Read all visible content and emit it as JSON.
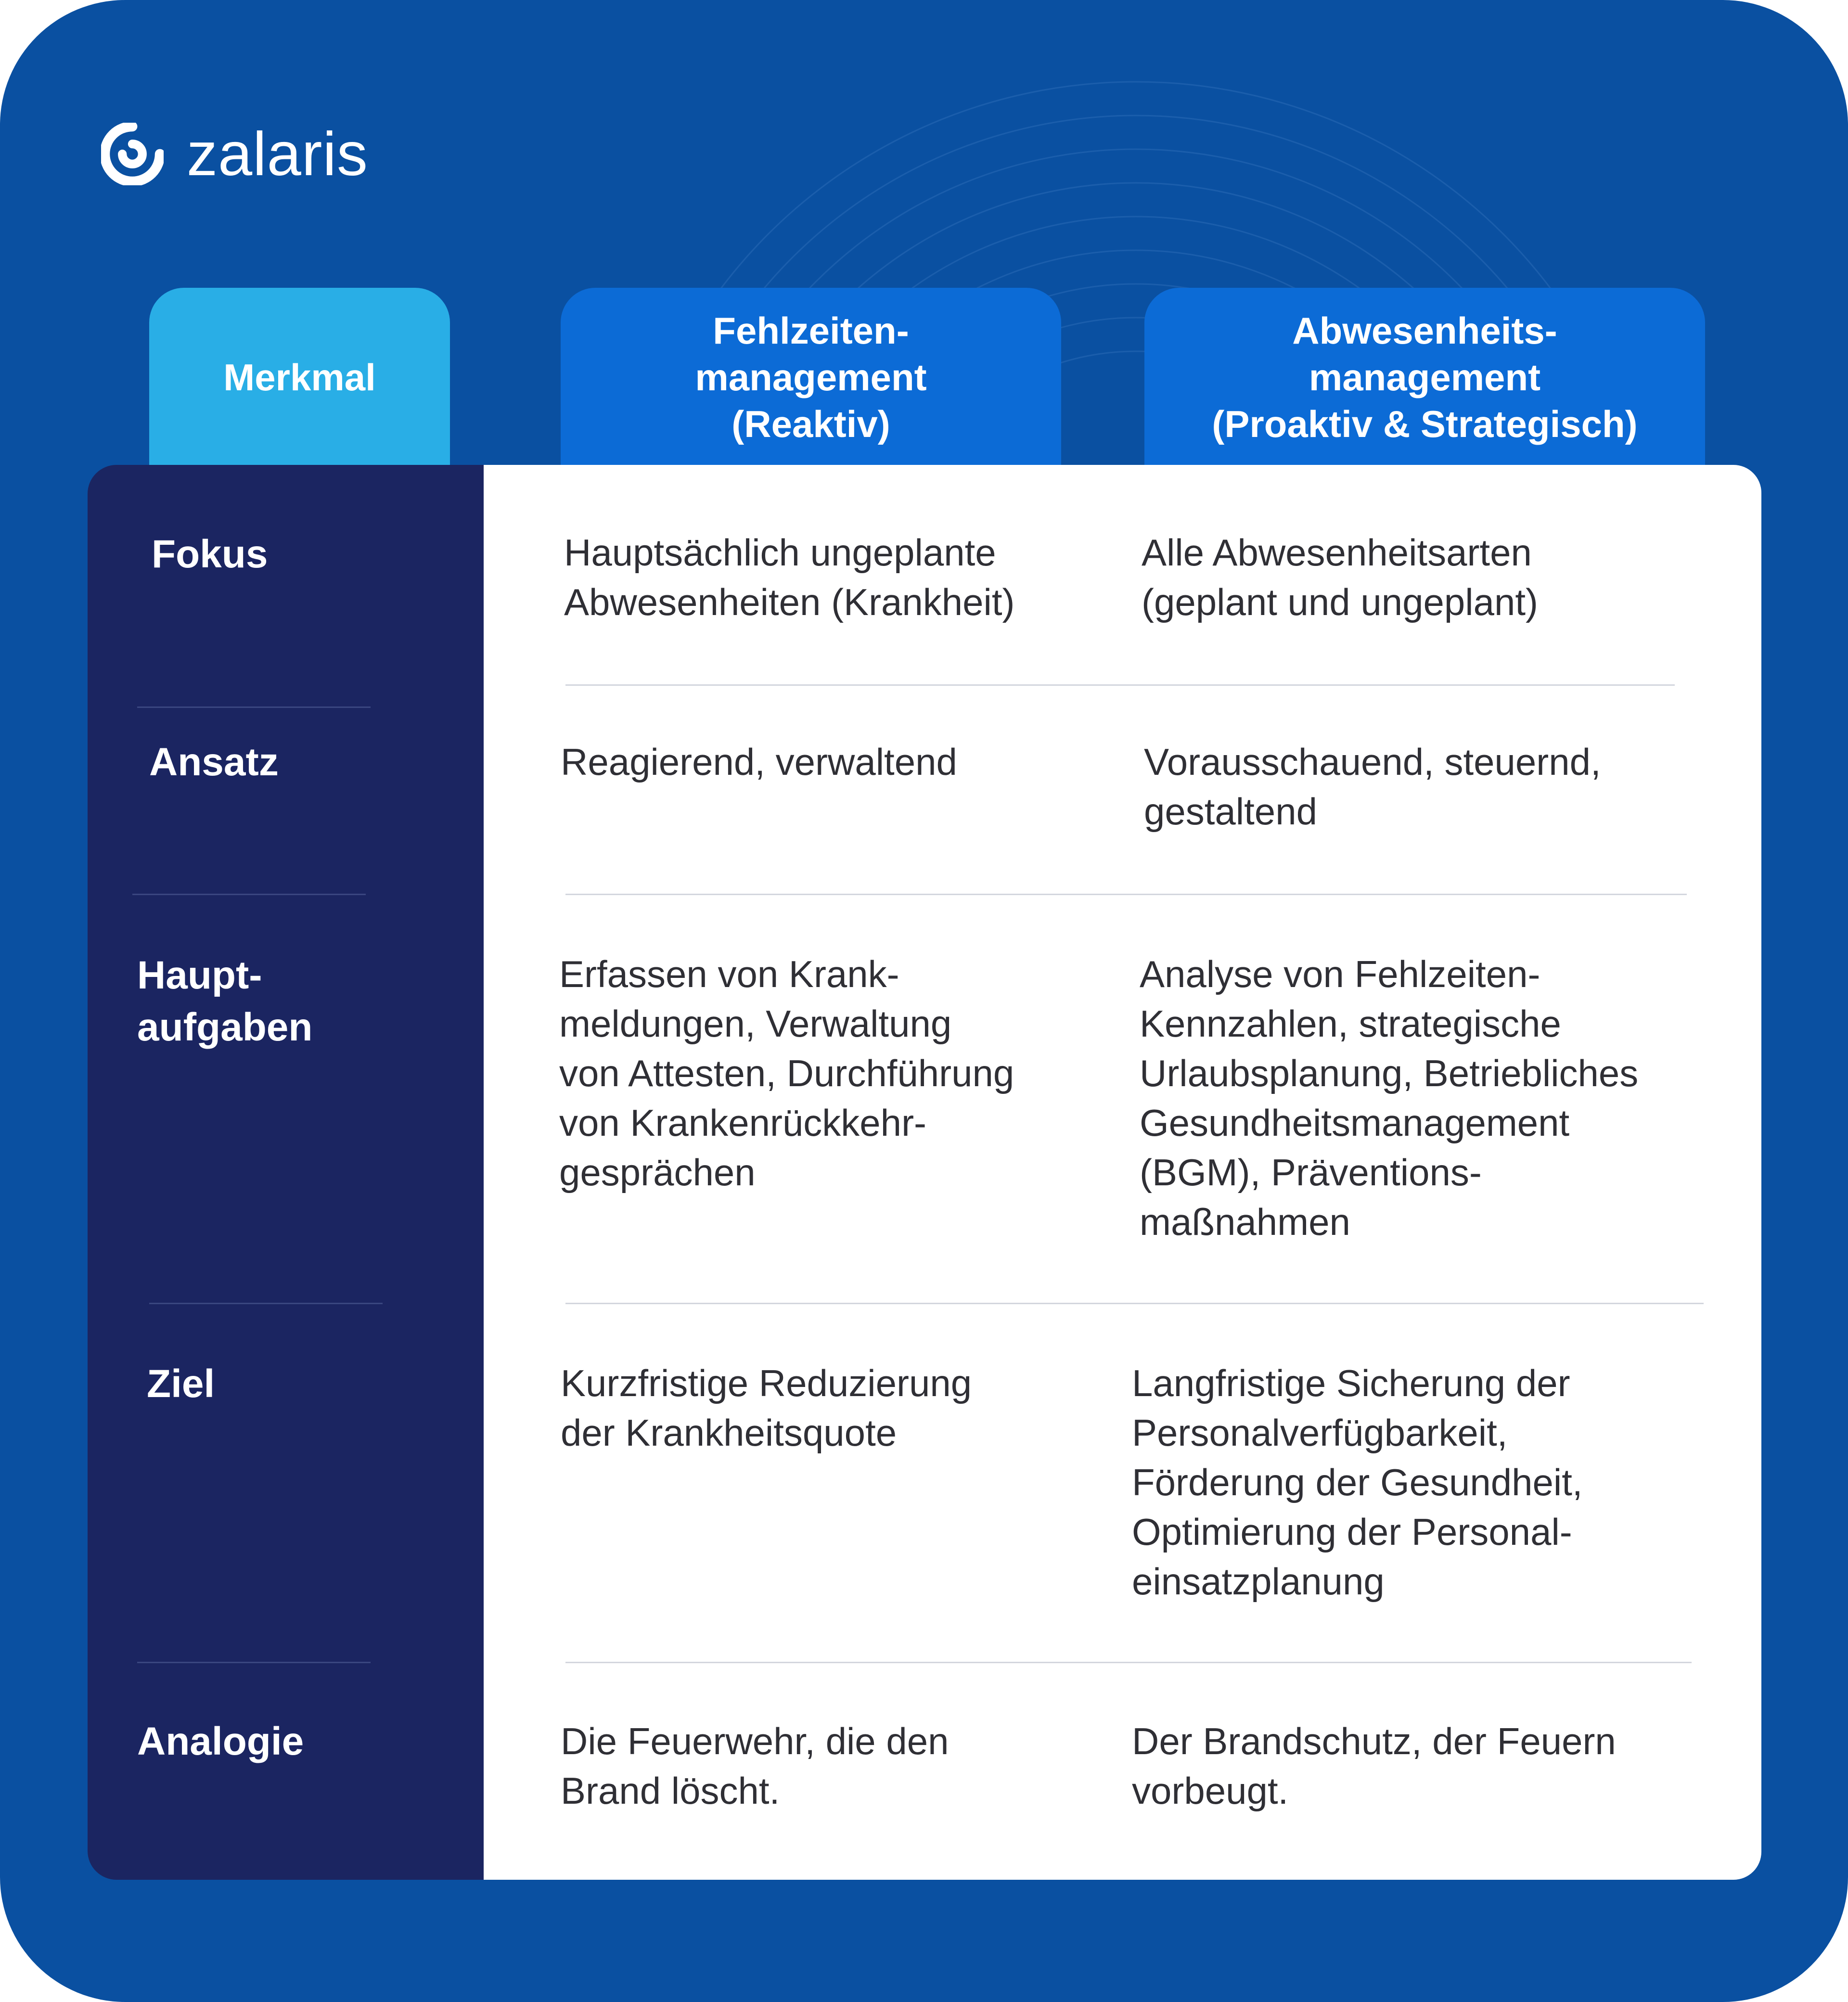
{
  "brand": {
    "name": "zalaris",
    "colors": {
      "background": "#0a50a1",
      "label_column": "#1b2561",
      "header_merkmal": "#29aee6",
      "header_columns": "#0c6bd6",
      "content": "#ffffff",
      "text_dark": "#2f2f35"
    }
  },
  "headers": {
    "merkmal": "Merkmal",
    "fehlzeiten": "Fehlzeiten-\nmanagement\n(Reaktiv)",
    "abwesenheit": "Abwesenheits-\nmanagement\n(Proaktiv & Strategisch)"
  },
  "rows": [
    {
      "label": "Fokus",
      "fehlzeiten": "Hauptsächlich ungeplante\nAbwesenheiten (Krankheit)",
      "abwesenheit": "Alle Abwesenheitsarten\n(geplant und ungeplant)"
    },
    {
      "label": "Ansatz",
      "fehlzeiten": "Reagierend, verwaltend",
      "abwesenheit": "Vorausschauend, steuernd,\ngestaltend"
    },
    {
      "label": "Haupt-\naufgaben",
      "fehlzeiten": "Erfassen von Krank-\nmeldungen, Verwaltung\nvon Attesten, Durchführung\nvon Krankenrückkehr-\ngesprächen",
      "abwesenheit": "Analyse von Fehlzeiten-\nKennzahlen, strategische\nUrlaubsplanung, Betriebliches\nGesundheitsmanagement\n(BGM), Präventions-\nmaßnahmen"
    },
    {
      "label": "Ziel",
      "fehlzeiten": "Kurzfristige Reduzierung\nder Krankheitsquote",
      "abwesenheit": "Langfristige Sicherung der\nPersonalverfügbarkeit,\nFörderung der Gesundheit,\nOptimierung der Personal-\neinsatzplanung"
    },
    {
      "label": "Analogie",
      "fehlzeiten": "Die Feuerwehr, die den\nBrand löscht.",
      "abwesenheit": "Der Brandschutz, der Feuern\nvorbeugt."
    }
  ]
}
